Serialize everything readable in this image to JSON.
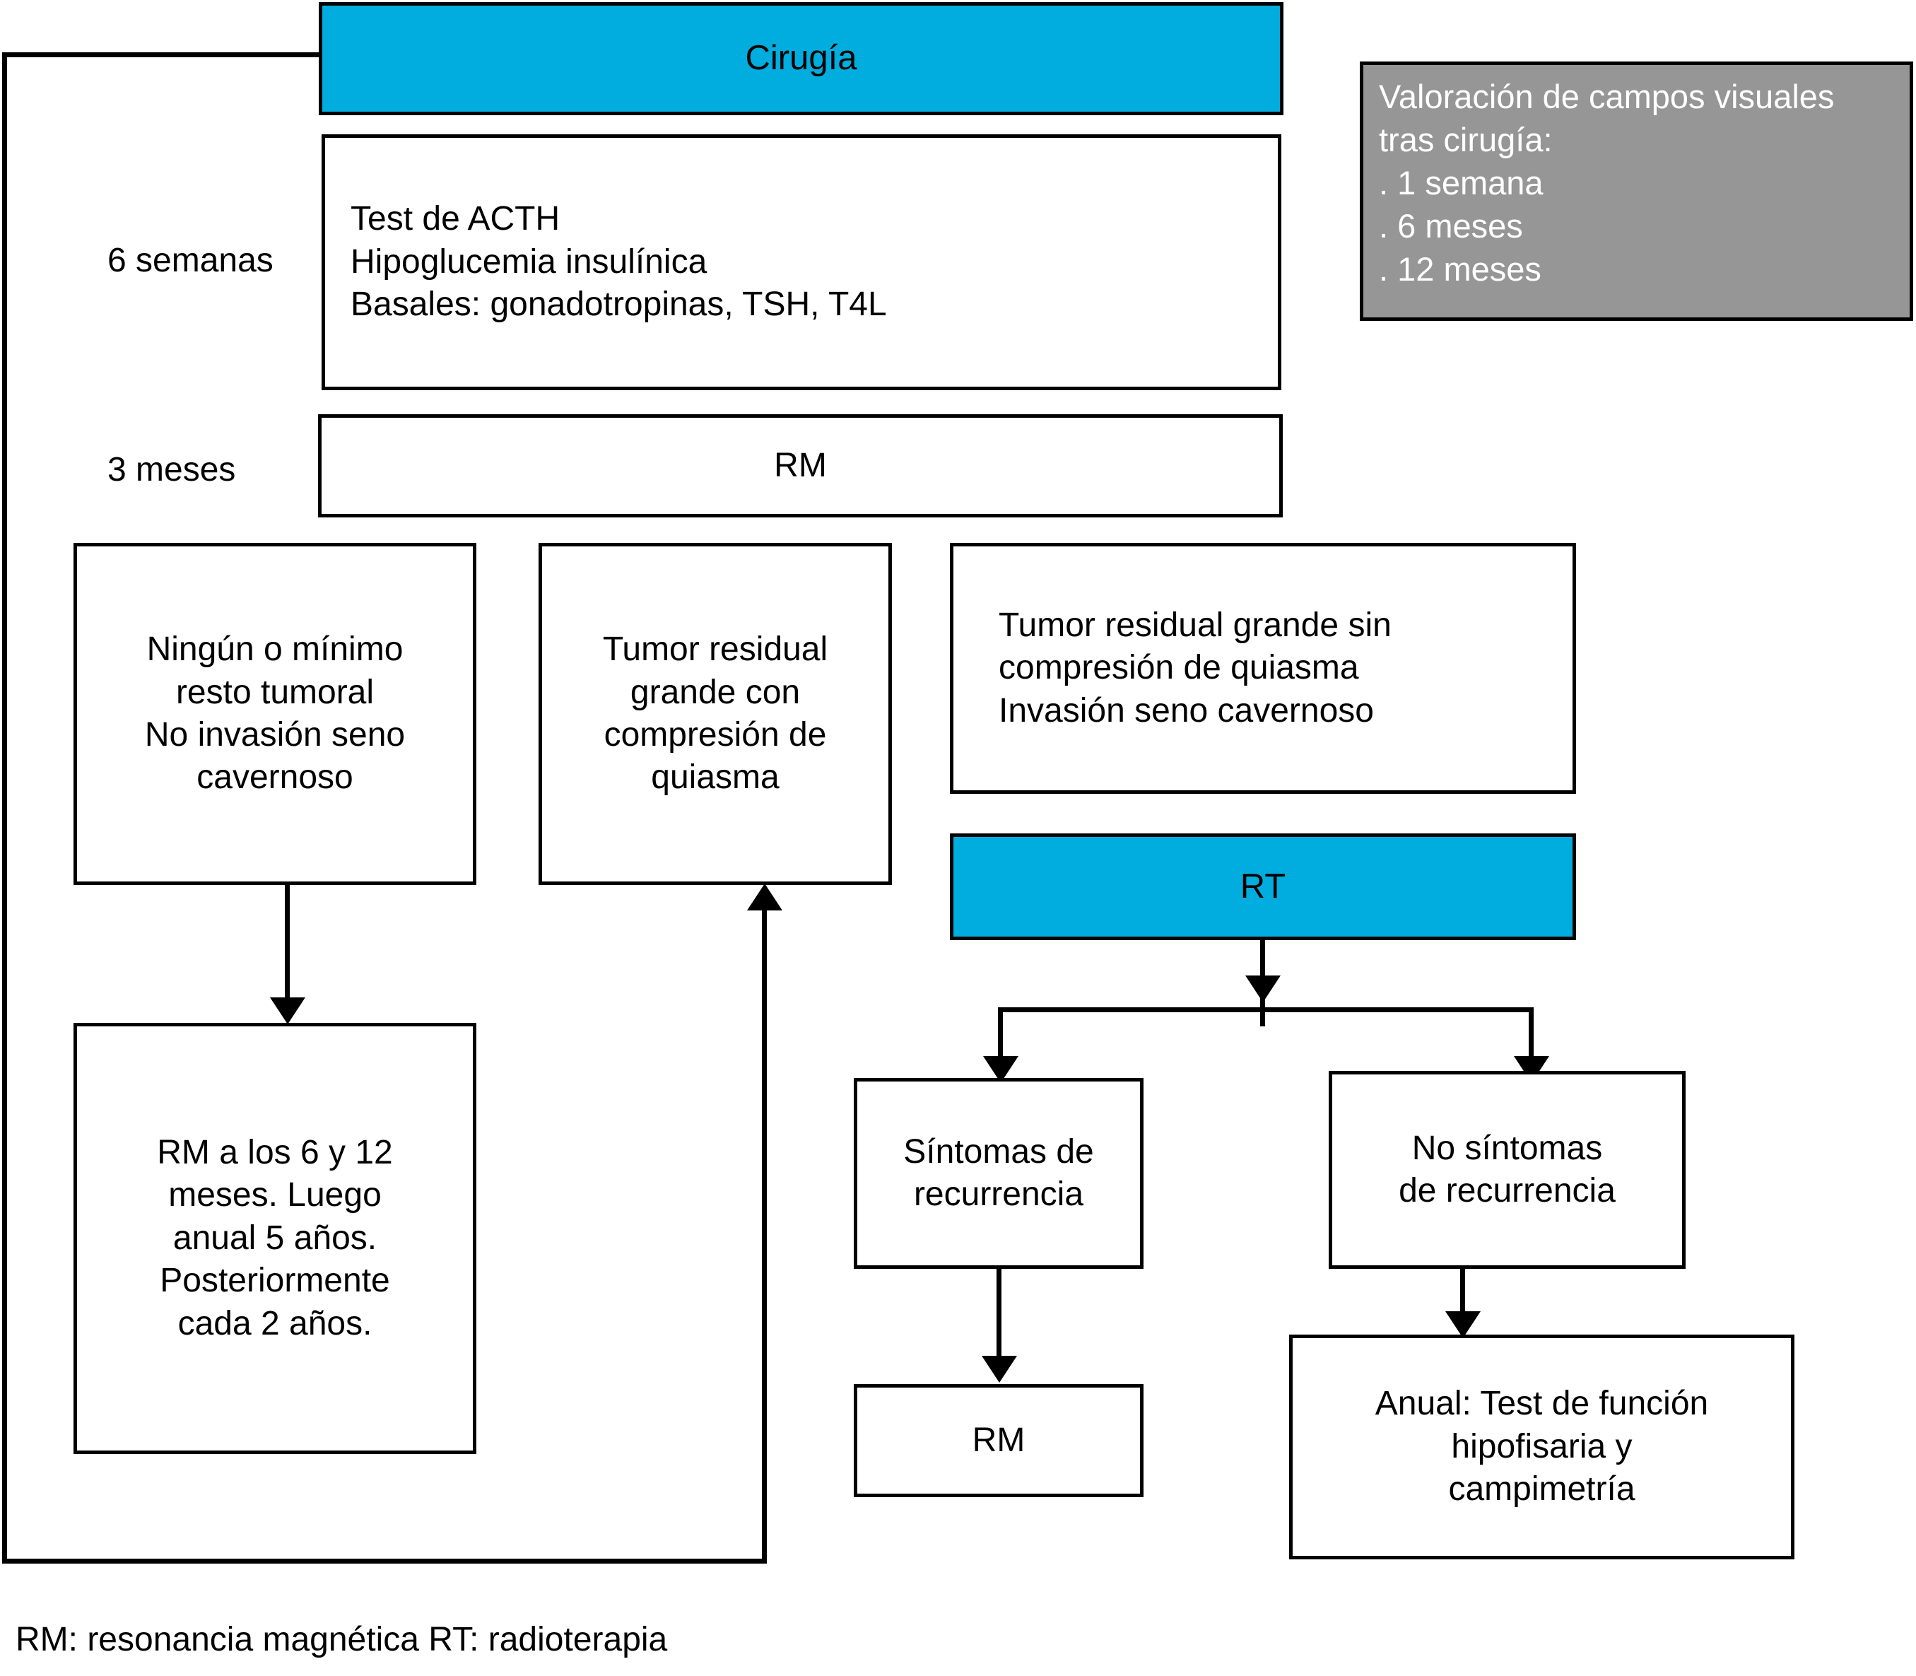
{
  "diagram": {
    "title_box": {
      "label": "Cirugía"
    },
    "timeline_labels": [
      {
        "id": "six-weeks",
        "label": "6 semanas"
      },
      {
        "id": "three-months",
        "label": "3 meses"
      }
    ],
    "tests_box": {
      "label": "Test de ACTH\nHipoglucemia insulínica\nBasales: gonadotropinas, TSH, T4L"
    },
    "rm_box": {
      "label": "RM"
    },
    "visual_fields_box": {
      "label": "Valoración de campos visuales\ntras cirugía:\n. 1 semana\n. 6 meses\n. 12 meses"
    },
    "outcome_boxes": [
      {
        "id": "no-residual",
        "label": "Ningún o mínimo\nresto tumoral\nNo invasión seno\ncavernoso"
      },
      {
        "id": "residual-with-compression",
        "label": "Tumor residual\ngrande con\ncompresión de\nquiasma"
      },
      {
        "id": "residual-no-compression",
        "label": "Tumor residual grande sin\ncompresión de quiasma\nInvasión seno cavernoso"
      }
    ],
    "rt_box": {
      "label": "RT"
    },
    "followup_box": {
      "label": "RM a los 6 y 12\nmeses. Luego\nanual 5 años.\nPosteriormente\ncada 2 años."
    },
    "recurrence_boxes": [
      {
        "id": "symptoms",
        "label": "Síntomas de\nrecurrencia"
      },
      {
        "id": "no-symptoms",
        "label": "No síntomas\nde recurrencia"
      }
    ],
    "rm_recurrence_box": {
      "label": "RM"
    },
    "annual_box": {
      "label": "Anual: Test de función\nhipofisaria y\ncampimetría"
    },
    "legend": {
      "label": "RM: resonancia magnética RT: radioterapia"
    }
  },
  "colors": {
    "accent_cyan": "#00ADDE",
    "gray_box": "#969696",
    "stroke": "#000000",
    "text_on_gray": "#FFFFFF"
  }
}
